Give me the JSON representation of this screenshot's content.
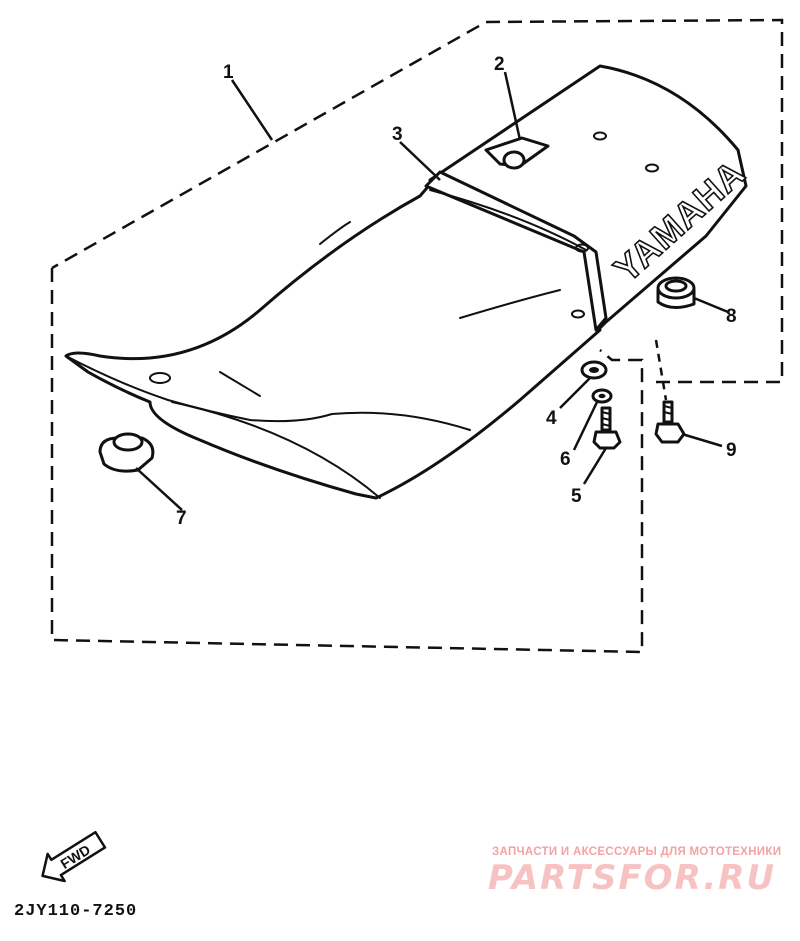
{
  "diagram": {
    "brand_text": "YAMAHA",
    "fwd_label": "FWD",
    "part_code": "2JY110-7250",
    "callouts": [
      {
        "id": "1",
        "label": "1"
      },
      {
        "id": "2",
        "label": "2"
      },
      {
        "id": "3",
        "label": "3"
      },
      {
        "id": "4",
        "label": "4"
      },
      {
        "id": "5",
        "label": "5"
      },
      {
        "id": "6",
        "label": "6"
      },
      {
        "id": "7",
        "label": "7"
      },
      {
        "id": "8",
        "label": "8"
      },
      {
        "id": "9",
        "label": "9"
      }
    ]
  },
  "watermark": {
    "tagline": "ЗАПЧАСТИ И АКСЕССУАРЫ ДЛЯ МОТОТЕХНИКИ",
    "logo": "PARTSFOR.RU"
  }
}
